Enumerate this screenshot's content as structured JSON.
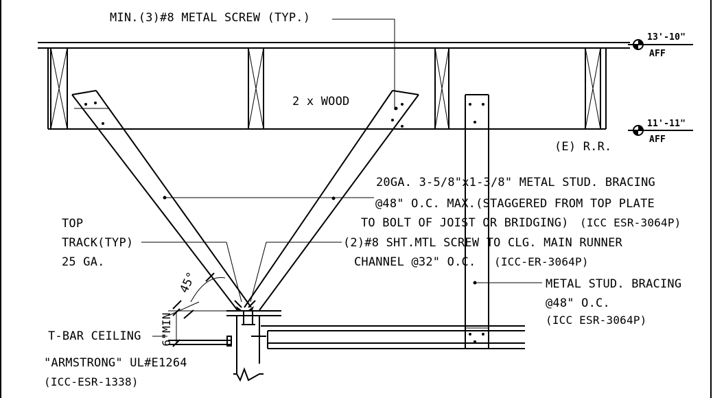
{
  "labels": {
    "min_screw": "MIN.(3)#8 METAL SCREW (TYP.)",
    "elev_top": "13'-10\"",
    "elev_top_unit": "AFF",
    "elev_bottom": "11'-11\"",
    "elev_bottom_unit": "AFF",
    "wood": "2 x WOOD",
    "existing_rr": "(E) R.R.",
    "bracing_line1": "20GA. 3-5/8\"x1-3/8\" METAL STUD. BRACING",
    "bracing_line2": "@48\" O.C. MAX.(STAGGERED FROM TOP PLATE",
    "bracing_line3": "TO BOLT OF JOIST OR BRIDGING)",
    "bracing_ref": "(ICC ESR-3064P)",
    "top_track_line1": "TOP",
    "top_track_line2": "TRACK(TYP)",
    "top_track_line3": "25 GA.",
    "sht_screw_line1": "(2)#8 SHT.MTL SCREW TO CLG. MAIN RUNNER",
    "sht_screw_line2": "CHANNEL @32\" O.C.",
    "sht_screw_ref": "(ICC-ER-3064P)",
    "stud_bracing_line1": "METAL STUD. BRACING",
    "stud_bracing_line2": "@48\" O.C.",
    "stud_bracing_ref": "(ICC ESR-3064P)",
    "angle": "45°",
    "min_dim": "6\"MIN",
    "tbar": "T-BAR CEILING",
    "armstrong": "\"ARMSTRONG\" UL#E1264",
    "armstrong_ref": "(ICC-ESR-1338)"
  },
  "colors": {
    "line": "#000000",
    "background": "#ffffff"
  }
}
